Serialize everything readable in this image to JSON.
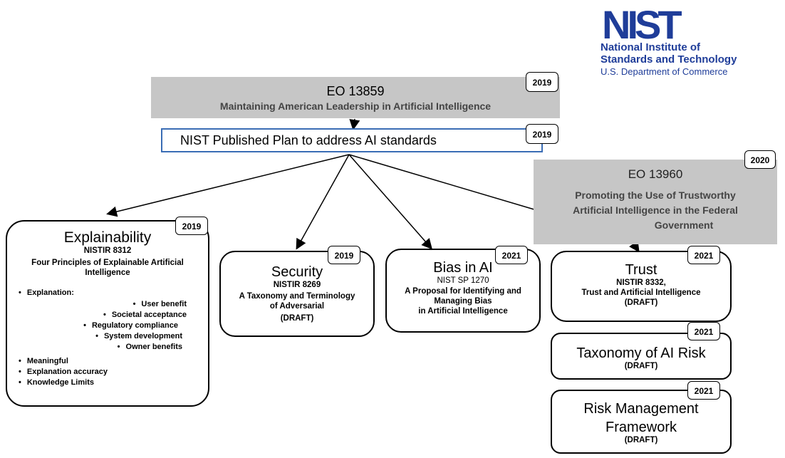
{
  "logo": {
    "mark": "NIST",
    "line1": "National Institute of",
    "line2": "Standards and Technology",
    "line3": "U.S. Department of Commerce"
  },
  "eo13859": {
    "title": "EO 13859",
    "subtitle": "Maintaining American Leadership in Artificial Intelligence",
    "year": "2019"
  },
  "plan": {
    "title": "NIST Published Plan to address AI standards",
    "year": "2019"
  },
  "eo13960": {
    "title": "EO 13960",
    "subtitle_lines": [
      "Promoting the Use of Trustworthy",
      "Artificial Intelligence in the Federal",
      "Government"
    ],
    "year": "2020"
  },
  "explainability": {
    "title": "Explainability",
    "doc": "NISTIR 8312",
    "desc_lines": [
      "Four Principles of Explainable Artificial",
      "Intelligence"
    ],
    "year": "2019",
    "bullet_top": "Explanation:",
    "sub_items": [
      "User benefit",
      "Societal acceptance",
      "Regulatory compliance",
      "System development",
      "Owner benefits"
    ],
    "bullets_bottom": [
      "Meaningful",
      "Explanation accuracy",
      "Knowledge Limits"
    ]
  },
  "security": {
    "title": "Security",
    "doc": "NISTIR 8269",
    "desc_lines": [
      "A Taxonomy and Terminology",
      "of Adversarial"
    ],
    "status": "(DRAFT)",
    "year": "2019"
  },
  "bias": {
    "title": "Bias in AI",
    "doc": "NIST SP 1270",
    "desc_lines": [
      "A Proposal for Identifying and",
      "Managing Bias",
      "in Artificial Intelligence"
    ],
    "year": "2021"
  },
  "trust": {
    "title": "Trust",
    "doc": "NISTIR 8332,",
    "desc": "Trust and Artificial Intelligence",
    "status": "(DRAFT)",
    "year": "2021"
  },
  "taxonomy": {
    "title": "Taxonomy of AI Risk",
    "status": "(DRAFT)",
    "year": "2021"
  },
  "rmf": {
    "title_lines": [
      "Risk Management",
      "Framework"
    ],
    "status": "(DRAFT)",
    "year": "2021"
  },
  "colors": {
    "eo_fill": "#c6c6c6",
    "plan_border": "#3a6db5",
    "logo_blue": "#1f3d99"
  }
}
